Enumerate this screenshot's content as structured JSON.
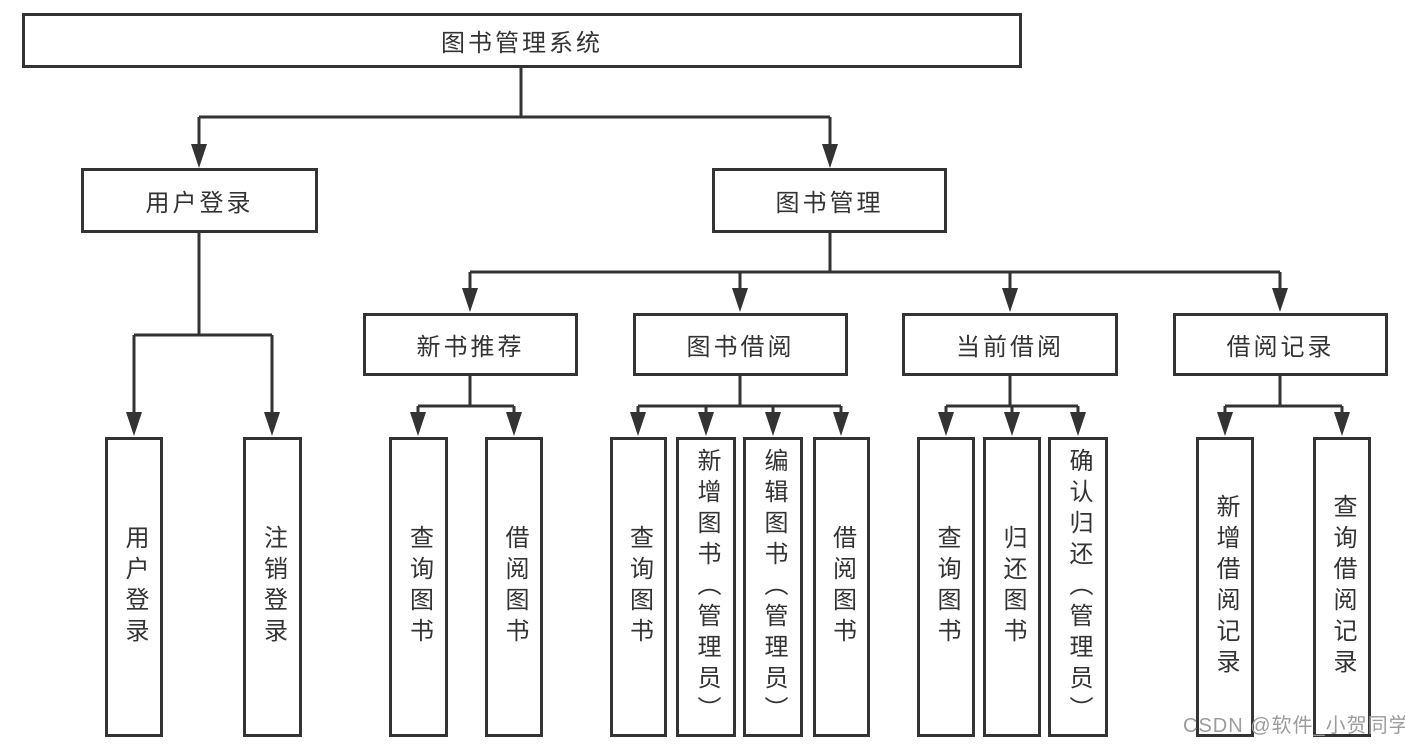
{
  "diagram": {
    "type": "hierarchy",
    "root": {
      "label": "图书管理系统"
    },
    "level2": [
      {
        "label": "用户登录",
        "parent": "图书管理系统"
      },
      {
        "label": "图书管理",
        "parent": "图书管理系统"
      }
    ],
    "level3": [
      {
        "label": "新书推荐",
        "parent": "图书管理"
      },
      {
        "label": "图书借阅",
        "parent": "图书管理"
      },
      {
        "label": "当前借阅",
        "parent": "图书管理"
      },
      {
        "label": "借阅记录",
        "parent": "图书管理"
      }
    ],
    "level4": [
      {
        "label": "用户登录",
        "parent": "用户登录"
      },
      {
        "label": "注销登录",
        "parent": "用户登录"
      },
      {
        "label": "查询图书",
        "parent": "新书推荐"
      },
      {
        "label": "借阅图书",
        "parent": "新书推荐"
      },
      {
        "label": "查询图书",
        "parent": "图书借阅"
      },
      {
        "label": "新增图书（管理员）",
        "parent": "图书借阅"
      },
      {
        "label": "编辑图书（管理员）",
        "parent": "图书借阅"
      },
      {
        "label": "借阅图书",
        "parent": "图书借阅"
      },
      {
        "label": "查询图书",
        "parent": "当前借阅"
      },
      {
        "label": "归还图书",
        "parent": "当前借阅"
      },
      {
        "label": "确认归还（管理员）",
        "parent": "当前借阅"
      },
      {
        "label": "新增借阅记录",
        "parent": "借阅记录"
      },
      {
        "label": "查询借阅记录",
        "parent": "借阅记录"
      }
    ]
  },
  "watermark": {
    "text": "CSDN @软件_小贺同学"
  },
  "colors": {
    "line": "#333333",
    "box_border": "#333333",
    "text": "#333333",
    "background": "#ffffff",
    "watermark": "#9c9c9c"
  }
}
